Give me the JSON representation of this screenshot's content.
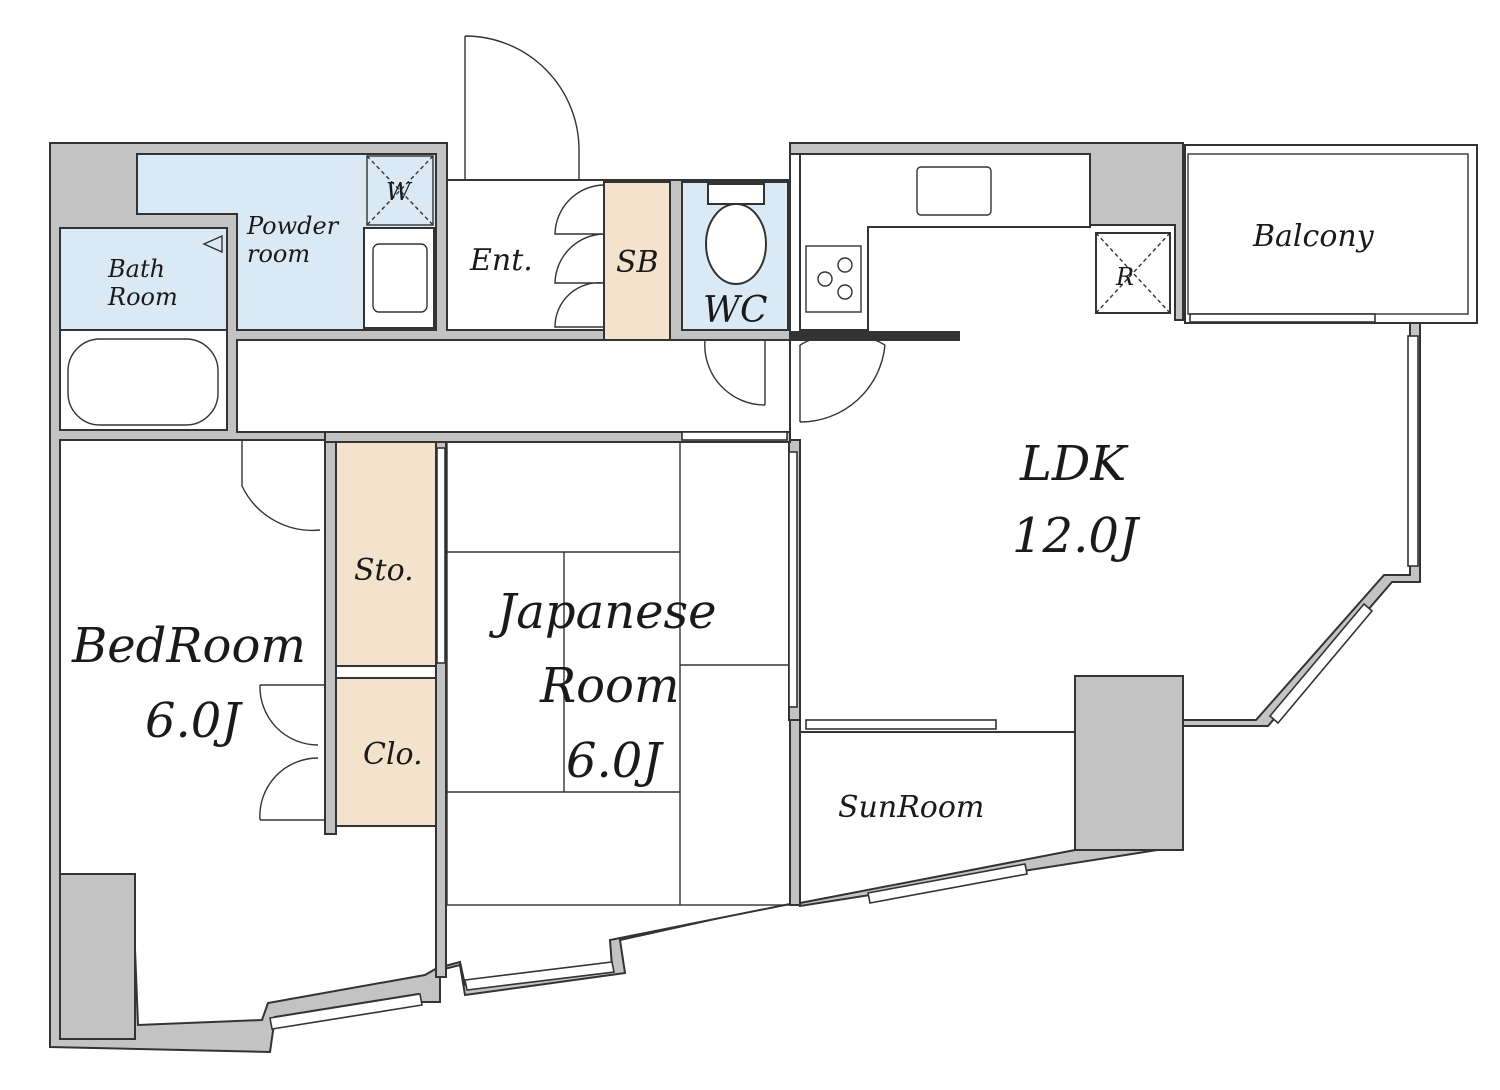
{
  "rooms": {
    "bath": [
      "Bath",
      "Room"
    ],
    "powder": [
      "Powder",
      "room"
    ],
    "washer": "W",
    "entrance": "Ent.",
    "shoe_box": "SB",
    "wc": "WC",
    "refrigerator": "R",
    "balcony": "Balcony",
    "ldk": [
      "LDK",
      "12.0J"
    ],
    "bedroom": [
      "BedRoom",
      "6.0J"
    ],
    "storage": "Sto.",
    "closet": "Clo.",
    "japanese": [
      "Japanese",
      "Room",
      "6.0J"
    ],
    "sunroom": "SunRoom"
  },
  "colors": {
    "wall": "#c3c3c3",
    "wet_area": "#dbe9f5",
    "storage": "#f4e3cc"
  }
}
